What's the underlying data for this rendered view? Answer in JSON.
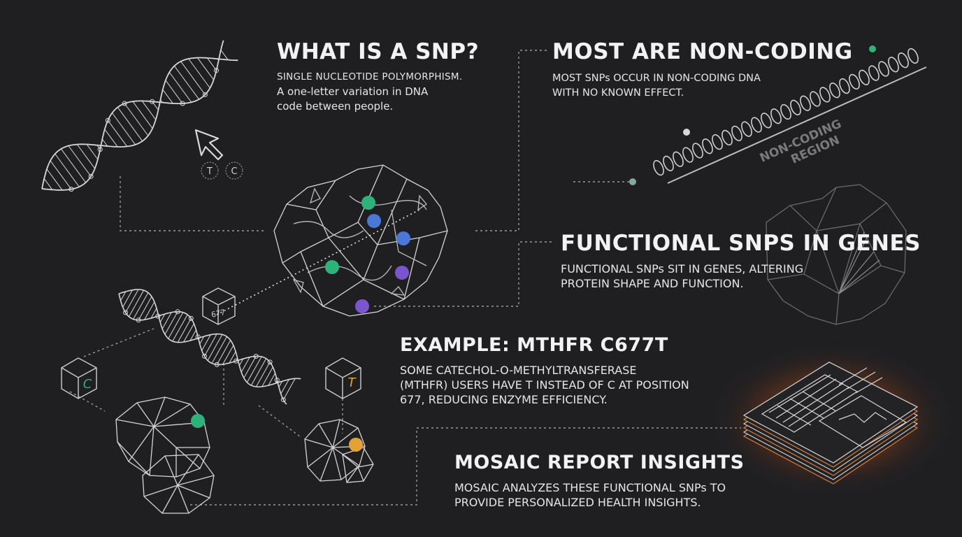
{
  "colors": {
    "background": "#1f1f22",
    "green": "#2db37a",
    "blue": "#4a78d8",
    "purple": "#7b55d0",
    "orange": "#e3a234",
    "line": "#cfcfcf",
    "glow": "#e86a1a"
  },
  "sections": {
    "what_is": {
      "title": "WHAT IS A SNP?",
      "lines": [
        "SINGLE NUCLEOTIDE POLYMORPHISM.",
        "A one-letter variation in DNA",
        "code between people."
      ]
    },
    "non_coding": {
      "title": "MOST ARE NON-CODING",
      "lines": [
        "MOST SNPs OCCUR IN NON-CODING DNA",
        "WITH NO KNOWN EFFECT."
      ],
      "region_label": [
        "NON-CODING",
        "REGION"
      ]
    },
    "functional": {
      "title": "FUNCTIONAL SNPS  IN GENES",
      "lines": [
        "FUNCTIONAL SNPs SIT IN GENES, ALTERING",
        "PROTEIN SHAPE AND FUNCTION."
      ]
    },
    "example": {
      "title": "EXAMPLE: MTHFR C677T",
      "lines": [
        "SOME CATECHOL-O-METHYLTRANSFERASE",
        "(MTHFR) USERS HAVE T INSTEAD OF C AT POSITION",
        "677, REDUCING ENZYME EFFICIENCY."
      ]
    },
    "mosaic": {
      "title": "MOSAIC REPORT INSIGHTS",
      "lines": [
        "MOSAIC ANALYZES THESE FUNCTIONAL SNPs TO",
        "PROVIDE PERSONALIZED HEALTH INSIGHTS."
      ]
    }
  },
  "nucleotide_badges": [
    "T",
    "C"
  ],
  "cube_labels": {
    "position": "677",
    "left": "C",
    "right": "T"
  }
}
